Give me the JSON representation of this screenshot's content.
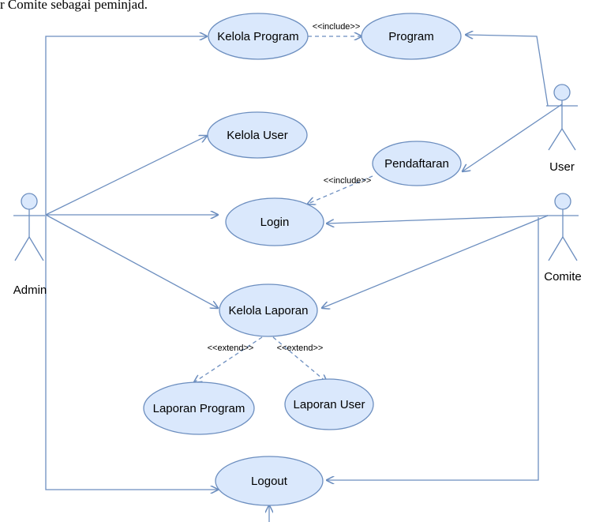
{
  "caption": "r Comite sebagai peminjad.",
  "actors": [
    {
      "id": "admin",
      "label": "Admin"
    },
    {
      "id": "user",
      "label": "User"
    },
    {
      "id": "comite",
      "label": "Comite"
    }
  ],
  "use_cases": [
    {
      "id": "kelola-program",
      "label": "Kelola Program"
    },
    {
      "id": "program",
      "label": "Program"
    },
    {
      "id": "kelola-user",
      "label": "Kelola User"
    },
    {
      "id": "pendaftaran",
      "label": "Pendaftaran"
    },
    {
      "id": "login",
      "label": "Login"
    },
    {
      "id": "kelola-laporan",
      "label": "Kelola Laporan"
    },
    {
      "id": "laporan-program",
      "label": "Laporan Program"
    },
    {
      "id": "laporan-user",
      "label": "Laporan User"
    },
    {
      "id": "logout",
      "label": "Logout"
    }
  ],
  "stereotypes": [
    {
      "id": "include-program",
      "label": "<<include>>"
    },
    {
      "id": "include-login",
      "label": "<<include>>"
    },
    {
      "id": "extend-program",
      "label": "<<extend>>"
    },
    {
      "id": "extend-user",
      "label": "<<extend>>"
    }
  ],
  "colors": {
    "fill": "#dae8fc",
    "stroke": "#6c8ebf",
    "line": "#6c8ebf"
  }
}
